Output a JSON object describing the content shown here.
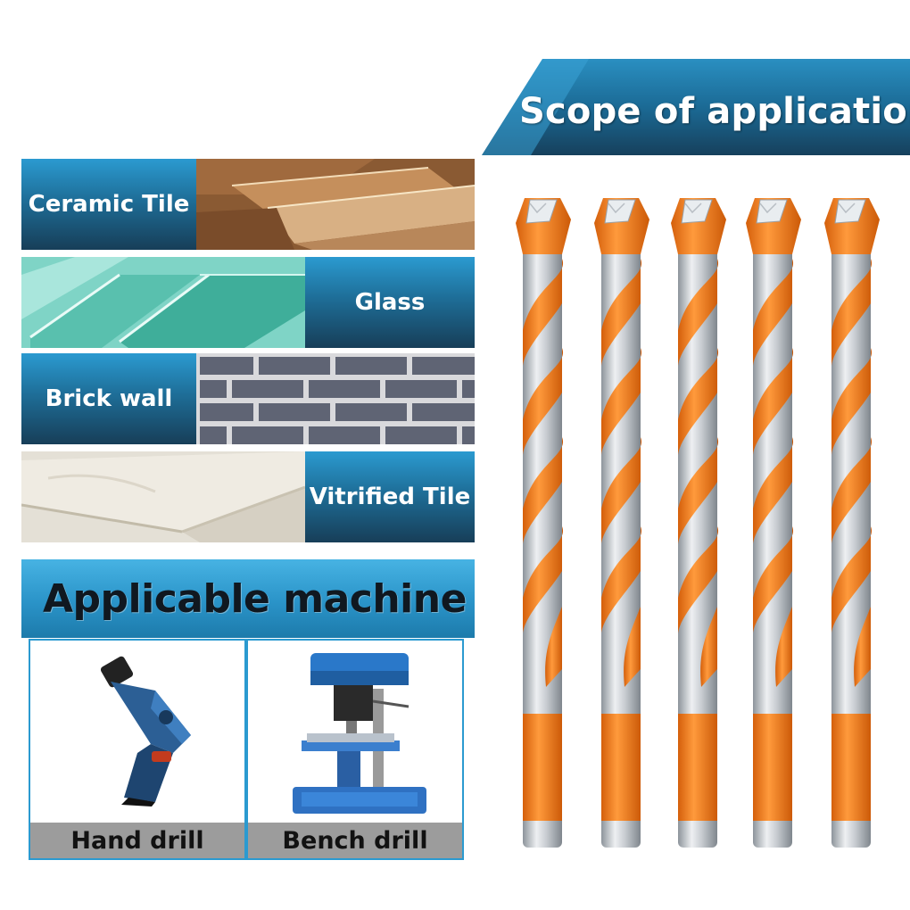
{
  "scope": {
    "title": "Scope of application"
  },
  "materials": [
    {
      "label": "Ceramic Tile"
    },
    {
      "label": "Glass"
    },
    {
      "label": "Brick wall"
    },
    {
      "label": "Vitrified Tile"
    }
  ],
  "machines": {
    "title": "Applicable machine",
    "items": [
      {
        "label": "Hand drill",
        "icon": "hand-drill-icon"
      },
      {
        "label": "Bench drill",
        "icon": "bench-drill-icon"
      }
    ]
  },
  "product": {
    "bit_count": 5,
    "colors": {
      "accent": "#f07a1a",
      "steel": "#c9cdd2",
      "banner": "#1c6f9c"
    }
  }
}
